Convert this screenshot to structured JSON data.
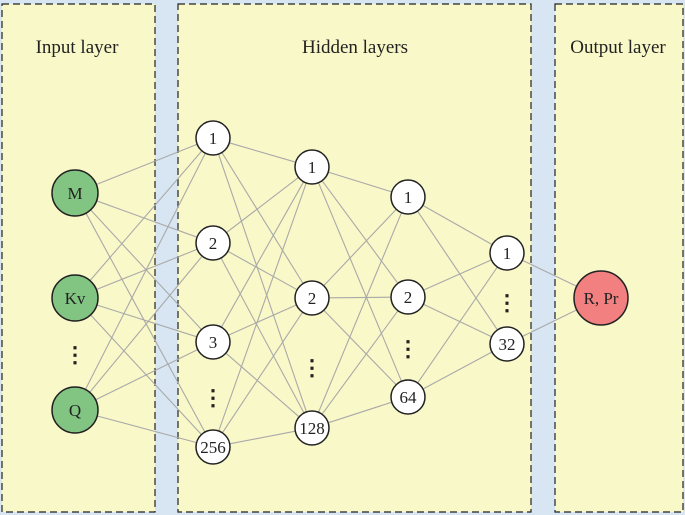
{
  "panels": {
    "input": {
      "title": "Input layer"
    },
    "hidden": {
      "title": "Hidden layers"
    },
    "output": {
      "title": "Output layer"
    }
  },
  "layers": {
    "input": [
      "M",
      "Kv",
      "Q"
    ],
    "hidden1": [
      "1",
      "2",
      "3",
      "256"
    ],
    "hidden2": [
      "1",
      "2",
      "128"
    ],
    "hidden3": [
      "1",
      "2",
      "64"
    ],
    "hidden4": [
      "1",
      "32"
    ],
    "output": [
      "R, Pr"
    ]
  },
  "ellipsis": "⋮",
  "colors": {
    "panel_fill": "#f9f8c8",
    "separator": "#d7e6f2",
    "input_node": "#82c582",
    "hidden_node": "#ffffff",
    "output_node": "#f28080",
    "edge": "#a9a9a9",
    "border": "#222222"
  }
}
